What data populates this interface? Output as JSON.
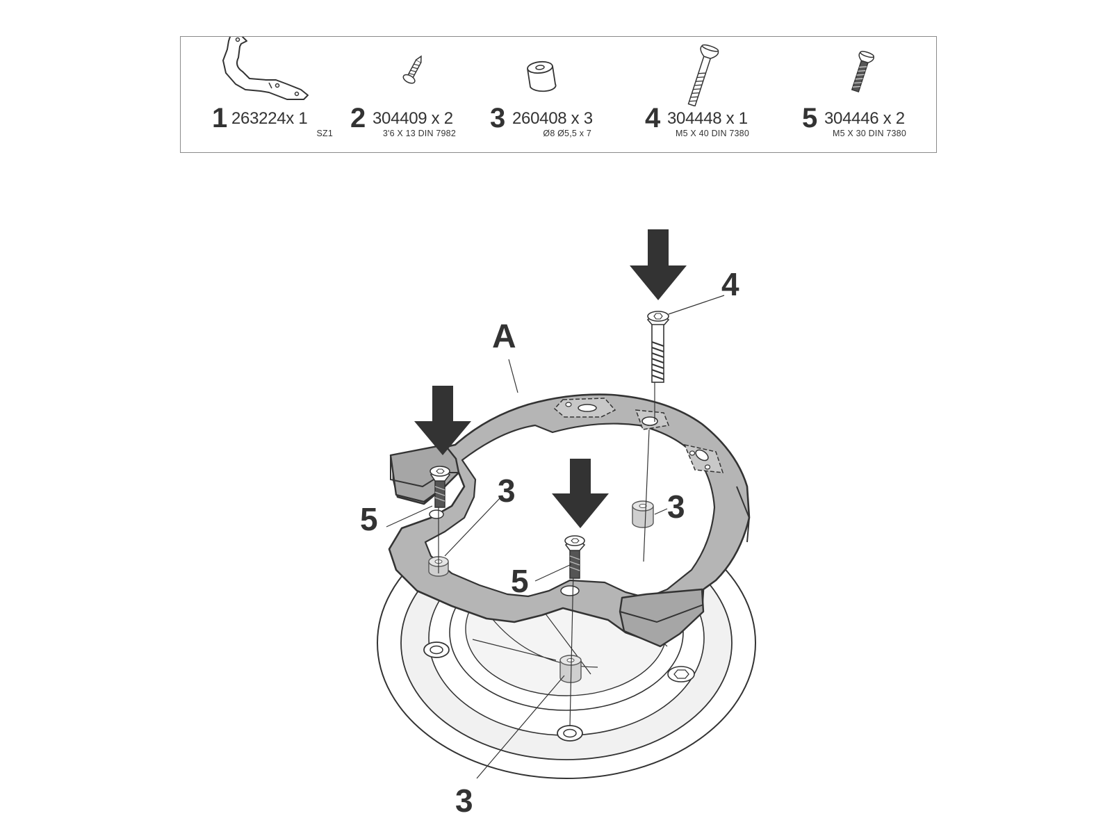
{
  "parts": [
    {
      "number": "1",
      "code": "263224x 1",
      "spec": "SZ1",
      "icon": "bracket-icon"
    },
    {
      "number": "2",
      "code": "304409 x 2",
      "spec": "3'6 X 13 DIN 7982",
      "icon": "self-tapping-screw-icon"
    },
    {
      "number": "3",
      "code": "260408 x 3",
      "spec": "Ø8 Ø5,5 x 7",
      "icon": "spacer-icon"
    },
    {
      "number": "4",
      "code": "304448 x 1",
      "spec": "M5 X 40 DIN 7380",
      "icon": "long-bolt-icon"
    },
    {
      "number": "5",
      "code": "304446 x 2",
      "spec": "M5 X 30 DIN 7380",
      "icon": "short-bolt-icon"
    }
  ],
  "callouts": {
    "ring": "A",
    "bolt_long": "4",
    "bolt_left": "5",
    "bolt_center": "5",
    "spacer_left": "3",
    "spacer_right": "3",
    "spacer_bottom": "3"
  },
  "colors": {
    "ring_fill": "#b5b5b5",
    "outline": "#333333",
    "arrow": "#333333",
    "spacer": "#cfcfcf"
  }
}
